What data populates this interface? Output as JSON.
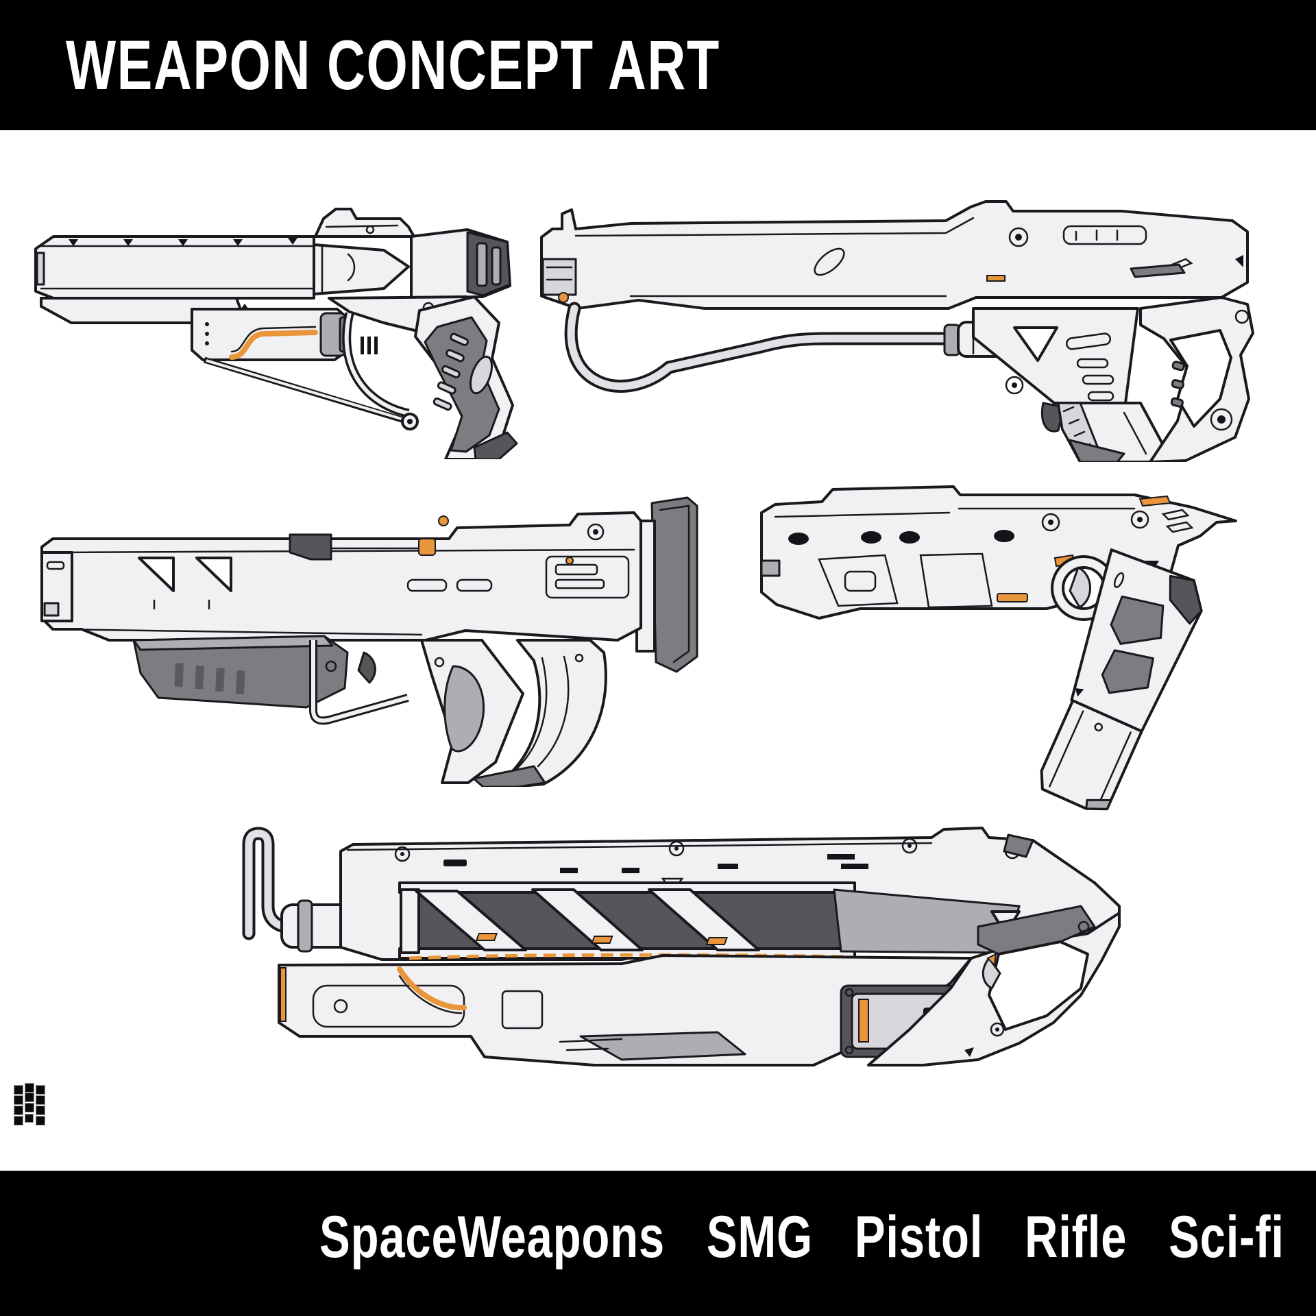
{
  "poster": {
    "title": "WEAPON CONCEPT ART",
    "tags": [
      "SpaceWeapons",
      "SMG",
      "Pistol",
      "Rifle",
      "Sci-fi"
    ],
    "weapons": [
      {
        "id": "long-barrel-pistol",
        "label": "Long-barrel sci-fi pistol, side view, muzzle left"
      },
      {
        "id": "bullpup-smg",
        "label": "Bullpup SMG with under-barrel brace and angled magazine"
      },
      {
        "id": "smg-curved-magazine",
        "label": "SMG with curved banana magazine and rear stock plate"
      },
      {
        "id": "machine-pistol",
        "label": "Machine pistol with long angled grip and extended magazine"
      },
      {
        "id": "heavy-rifle",
        "label": "Heavy sci-fi rifle with truss frame, battery box and grip loop"
      }
    ],
    "colors": {
      "background": "#ffffff",
      "bar": "#000000",
      "bar_text": "#ffffff",
      "outline": "#1a1a1e",
      "weapon_body": "#f1f1f3",
      "shade_light": "#d7d7db",
      "shade_mid": "#aeaeb2",
      "shade_dark": "#7d7d81",
      "shade_darker": "#55555a",
      "accent_orange": "#e8953b"
    },
    "logo": {
      "name": "grid-mark",
      "squares": 12
    }
  }
}
